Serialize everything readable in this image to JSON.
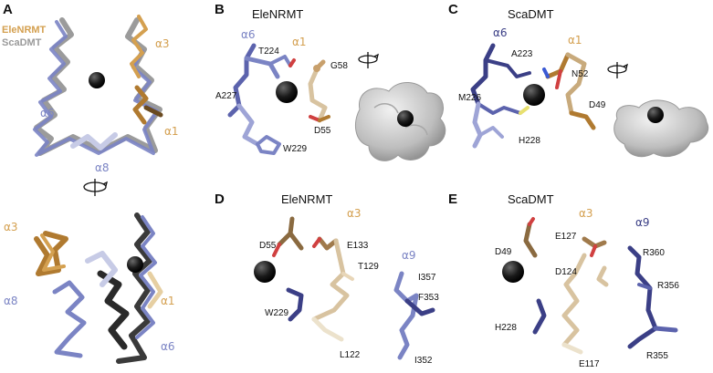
{
  "colors": {
    "gold": "#d4a050",
    "tan": "#c8aa7c",
    "blue": "#7b84c4",
    "navy": "#3b3f86",
    "grey": "#8a8a8a",
    "ion": "#1a1a1a"
  },
  "panelA": {
    "letter": "A",
    "legend_ele": "EleNRMT",
    "legend_sca": "ScaDMT",
    "helix_a3": "α3",
    "helix_a6": "α6",
    "helix_a1": "α1",
    "helix_a8": "α8",
    "bottom_a3": "α3",
    "bottom_a8": "α8",
    "bottom_a1": "α1",
    "bottom_a6": "α6"
  },
  "panelB": {
    "letter": "B",
    "title": "EleNRMT",
    "helix_a6": "α6",
    "helix_a1": "α1",
    "res_T224": "T224",
    "res_G58": "G58",
    "res_A227": "A227",
    "res_D55": "D55",
    "res_W229": "W229"
  },
  "panelC": {
    "letter": "C",
    "title": "ScaDMT",
    "helix_a6": "α6",
    "helix_a1": "α1",
    "res_A223": "A223",
    "res_N52": "N52",
    "res_M226": "M226",
    "res_D49": "D49",
    "res_H228": "H228"
  },
  "panelD": {
    "letter": "D",
    "title": "EleNRMT",
    "helix_a3": "α3",
    "helix_a9": "α9",
    "res_D55": "D55",
    "res_E133": "E133",
    "res_T129": "T129",
    "res_I357": "I357",
    "res_F353": "F353",
    "res_W229": "W229",
    "res_L122": "L122",
    "res_I352": "I352"
  },
  "panelE": {
    "letter": "E",
    "title": "ScaDMT",
    "helix_a3": "α3",
    "helix_a9": "α9",
    "res_E127": "E127",
    "res_D49": "D49",
    "res_R360": "R360",
    "res_D124": "D124",
    "res_R356": "R356",
    "res_H228": "H228",
    "res_R355": "R355",
    "res_E117": "E117"
  }
}
